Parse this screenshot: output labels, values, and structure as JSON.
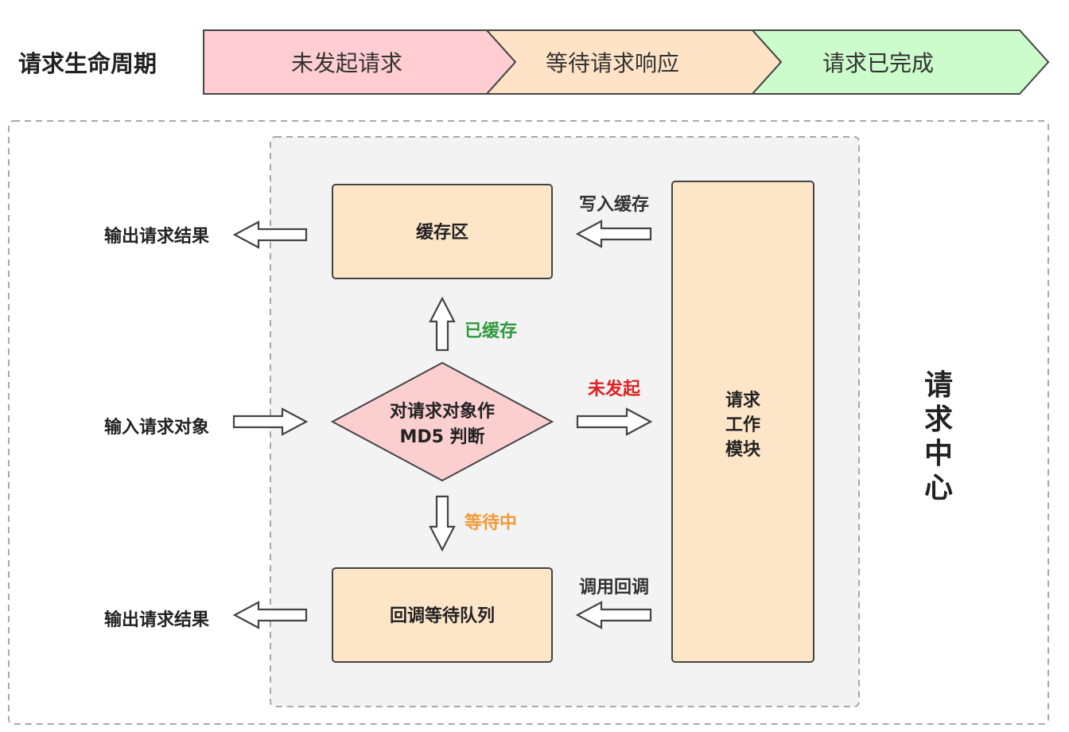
{
  "lifecycle": {
    "label": "请求生命周期",
    "stages": [
      {
        "label": "未发起请求",
        "color": "#ffcdd2"
      },
      {
        "label": "等待请求响应",
        "color": "#ffe3c6"
      },
      {
        "label": "请求已完成",
        "color": "#cdfccc"
      }
    ]
  },
  "center": {
    "label_chars": [
      "请",
      "求",
      "中",
      "心"
    ]
  },
  "nodes": {
    "cache": "缓存区",
    "decision_line1": "对请求对象作",
    "decision_line2": "MD5 判断",
    "queue": "回调等待队列",
    "worker_lines": [
      "请求",
      "工作",
      "模块"
    ]
  },
  "edges": {
    "cached": {
      "label": "已缓存",
      "color": "#2e9a3e"
    },
    "waiting": {
      "label": "等待中",
      "color": "#f39a3a"
    },
    "not_started": {
      "label": "未发起",
      "color": "#e02020"
    },
    "write_cache": "写入缓存",
    "call_callback": "调用回调"
  },
  "io": {
    "output_top": "输出请求结果",
    "input": "输入请求对象",
    "output_bottom": "输出请求结果"
  },
  "colors": {
    "box_fill": "#fde5c8",
    "decision_fill": "#fbcfd0",
    "inner_region_fill": "#f3f3f3"
  }
}
